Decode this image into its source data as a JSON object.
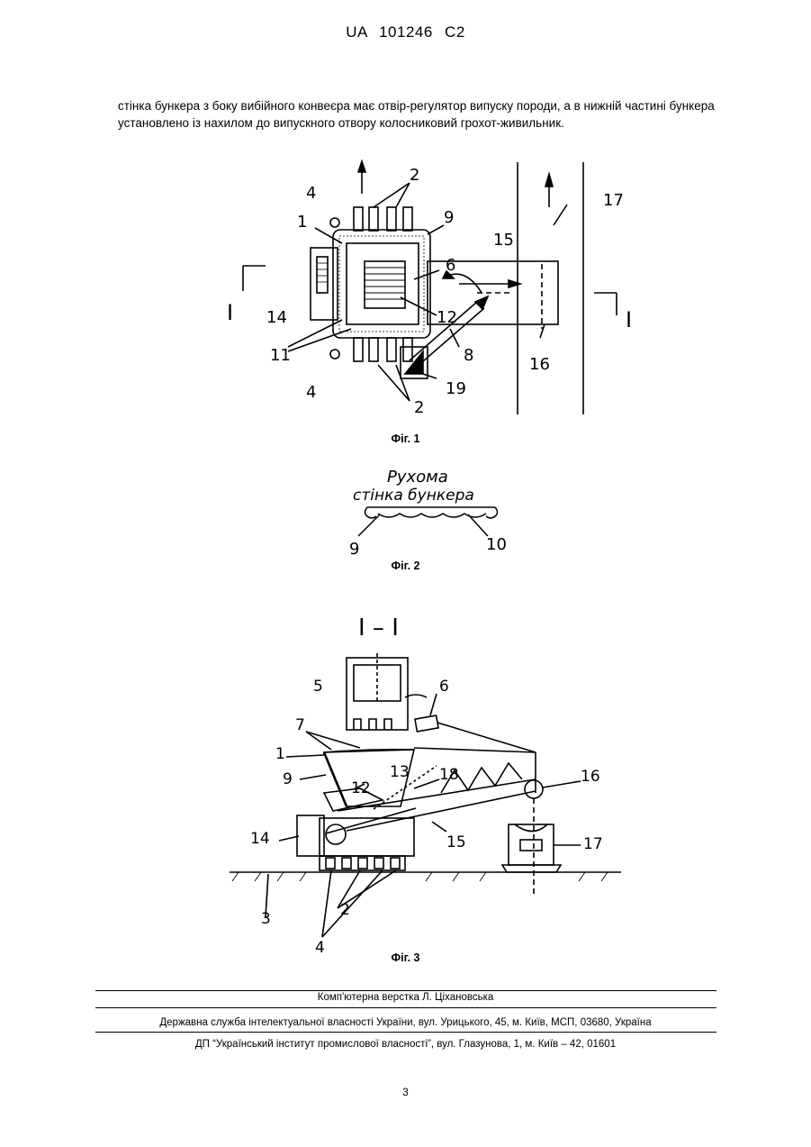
{
  "header": {
    "patent_number": "UA   101246   C2"
  },
  "body_text": "стінка бункера з боку вибійного конвеєра має отвір-регулятор випуску породи, а в нижній частині бункера установлено із нахилом до випускного отвору колосниковий грохот-живильник.",
  "figures": {
    "fig1": {
      "caption": "Фіг. 1",
      "labels": {
        "l1": "1",
        "l2a": "2",
        "l2b": "2",
        "l4a": "4",
        "l4b": "4",
        "l6": "6",
        "l8": "8",
        "l9": "9",
        "l11": "11",
        "l12": "12",
        "l14": "14",
        "l15": "15",
        "l16": "16",
        "l17": "17",
        "l19": "19",
        "secL": "I",
        "secR": "I"
      }
    },
    "fig2": {
      "caption": "Фіг. 2",
      "label_line1": "Рухома",
      "label_line2": "стінка бункера",
      "labels": {
        "l9": "9",
        "l10": "10"
      }
    },
    "fig3": {
      "caption": "Фіг. 3",
      "section_title": "I – I",
      "labels": {
        "l1": "1",
        "l2": "2",
        "l3": "3",
        "l4": "4",
        "l5": "5",
        "l6": "6",
        "l7": "7",
        "l9": "9",
        "l12": "12",
        "l13": "13",
        "l14": "14",
        "l15": "15",
        "l16": "16",
        "l17": "17",
        "l18": "18"
      }
    }
  },
  "footer": {
    "layout_credit": "Комп'ютерна верстка Л. Ціхановська",
    "agency": "Державна служба інтелектуальної власності України, вул. Урицького, 45, м. Київ, МСП, 03680, Україна",
    "institute": "ДП “Український інститут промислової власності”, вул. Глазунова, 1, м. Київ – 42, 01601",
    "page_number": "3"
  }
}
